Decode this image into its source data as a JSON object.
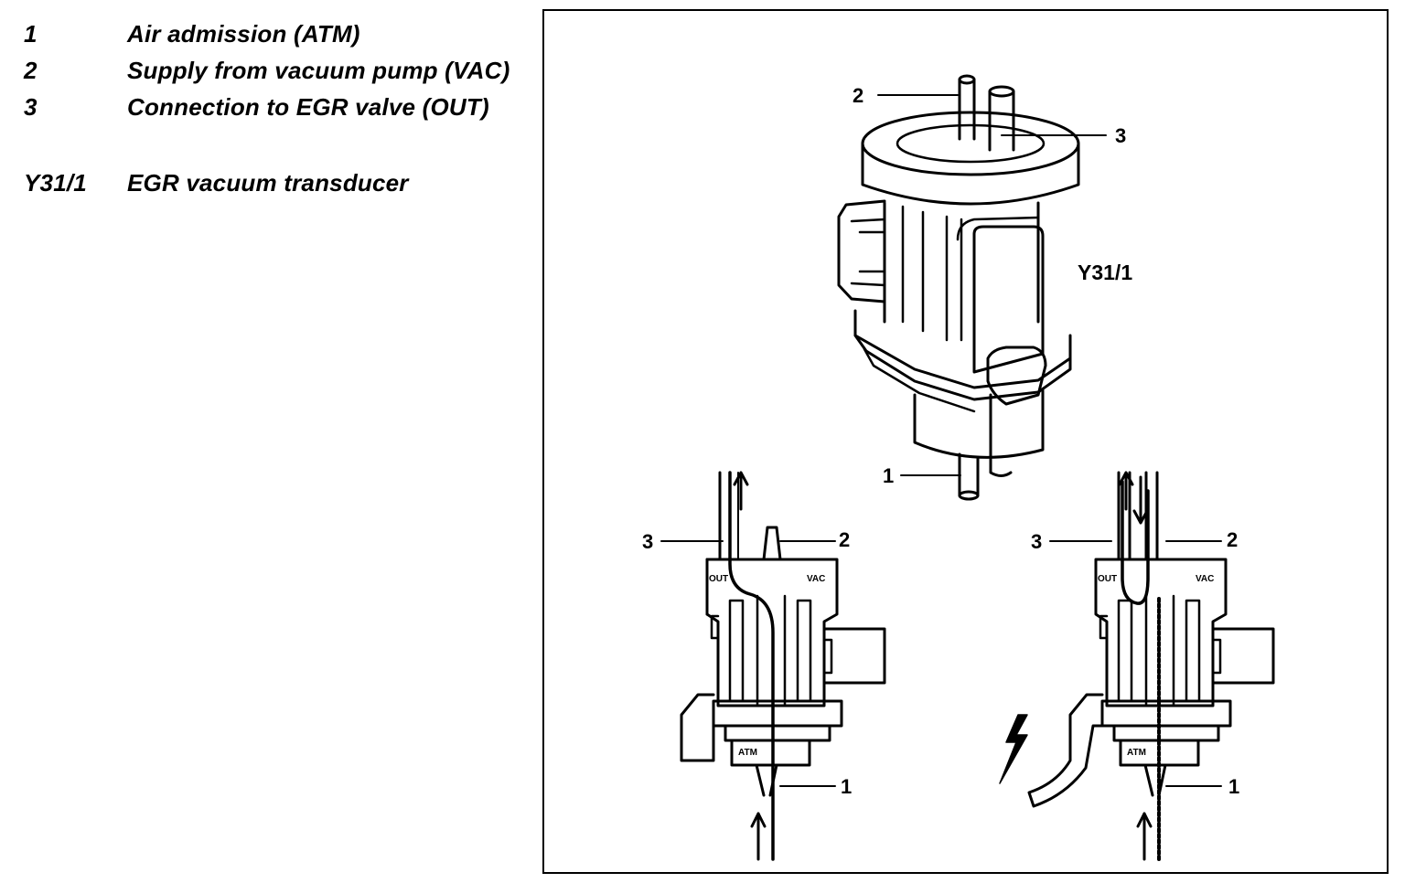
{
  "legend": {
    "items": [
      {
        "key": "1",
        "desc": "Air admission (ATM)"
      },
      {
        "key": "2",
        "desc": "Supply from vacuum pump (VAC)"
      },
      {
        "key": "3",
        "desc": "Connection to EGR valve (OUT)"
      },
      {
        "key": "Y31/1",
        "desc": "EGR vacuum transducer"
      }
    ]
  },
  "figure": {
    "main_component_label": "Y31/1",
    "main_callouts": {
      "c1": "1",
      "c2": "2",
      "c3": "3"
    },
    "left_detail": {
      "callouts": {
        "c1": "1",
        "c2": "2",
        "c3": "3"
      },
      "port_out": "OUT",
      "port_vac": "VAC",
      "port_atm": "ATM"
    },
    "right_detail": {
      "callouts": {
        "c1": "1",
        "c2": "2",
        "c3": "3"
      },
      "port_out": "OUT",
      "port_vac": "VAC",
      "port_atm": "ATM"
    }
  }
}
